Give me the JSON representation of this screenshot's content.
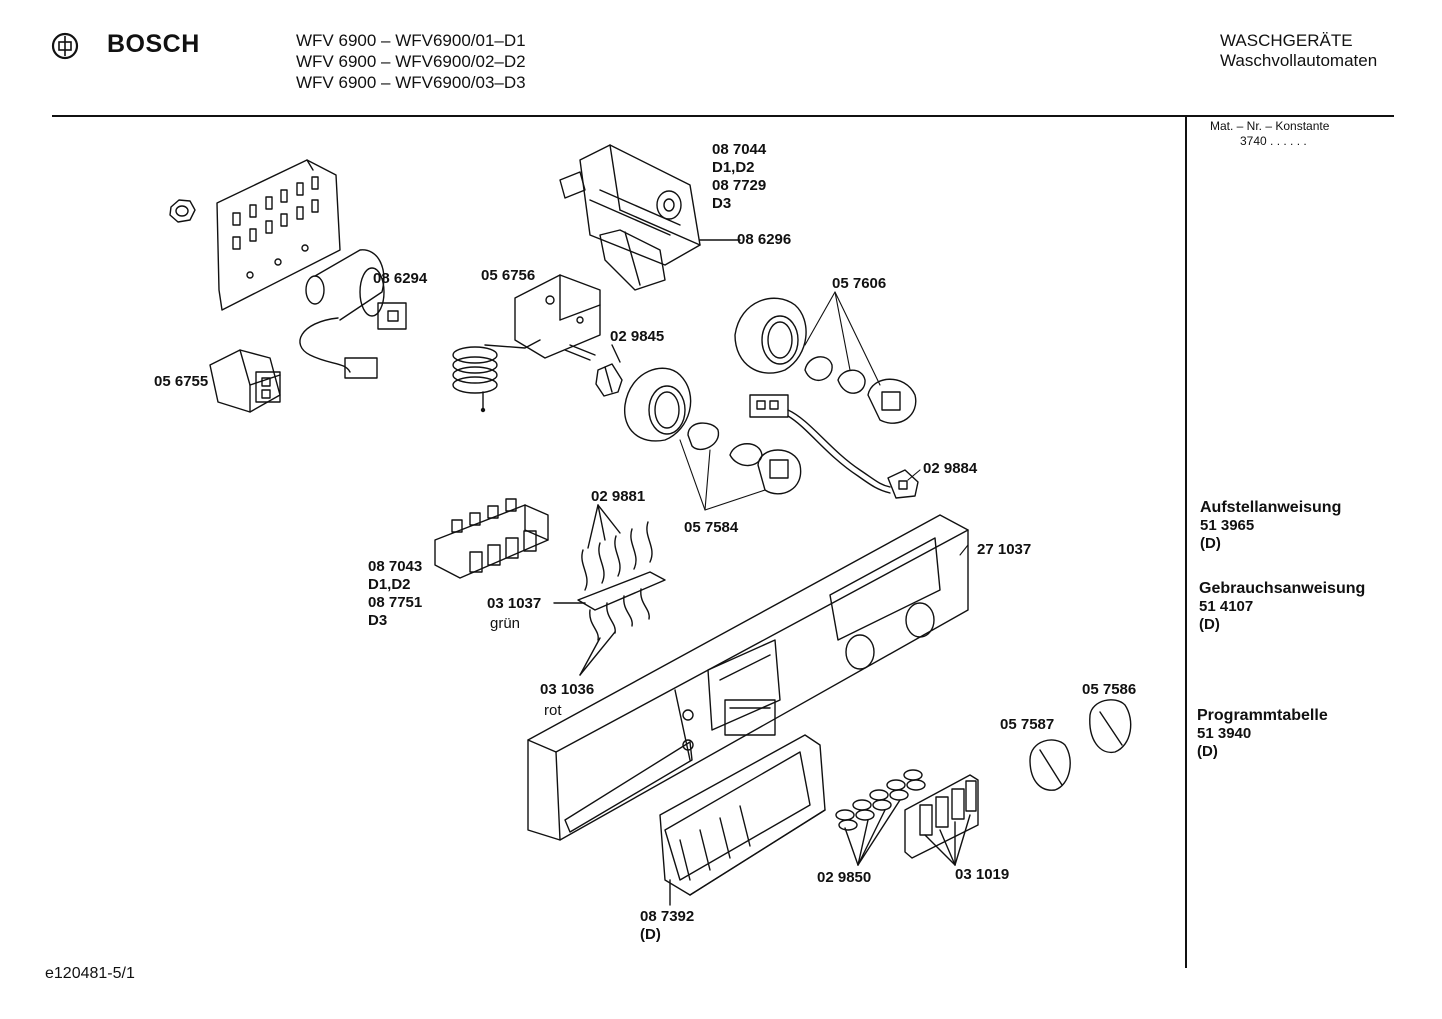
{
  "brand": "BOSCH",
  "header": {
    "models": [
      "WFV 6900 – WFV6900/01–D1",
      "WFV 6900 – WFV6900/02–D2",
      "WFV 6900 – WFV6900/03–D3"
    ],
    "category": "WASCHGERÄTE",
    "subcategory": "Waschvollautomaten"
  },
  "side": {
    "mat_label": "Mat. – Nr. – Konstante",
    "mat_value": "3740  .  .  .  .  .  .",
    "docs": [
      {
        "title": "Aufstellanweisung",
        "number": "51 3965",
        "lang": "(D)"
      },
      {
        "title": "Gebrauchsanweisung",
        "number": "51 4107",
        "lang": "(D)"
      },
      {
        "title": "Programmtabelle",
        "number": "51 3940",
        "lang": "(D)"
      }
    ]
  },
  "parts": {
    "p087044": "08 7044",
    "p087044v": "D1,D2",
    "p087729": "08 7729",
    "p087729v": "D3",
    "p086296": "08 6296",
    "p086294": "08 6294",
    "p056756": "05 6756",
    "p057606": "05 7606",
    "p029845": "02 9845",
    "p056755": "05 6755",
    "p029884": "02 9884",
    "p029881": "02 9881",
    "p057584": "05 7584",
    "p271037": "27 1037",
    "p087043": "08 7043",
    "p087043v": "D1,D2",
    "p087751": "08 7751",
    "p087751v": "D3",
    "p031037": "03 1037",
    "p031037c": "grün",
    "p031036": "03 1036",
    "p031036c": "rot",
    "p057586": "05 7586",
    "p057587": "05 7587",
    "p029850": "02 9850",
    "p031019": "03 1019",
    "p087392": "08 7392",
    "p087392v": "(D)"
  },
  "footer": {
    "code": "e120481-5/1"
  }
}
